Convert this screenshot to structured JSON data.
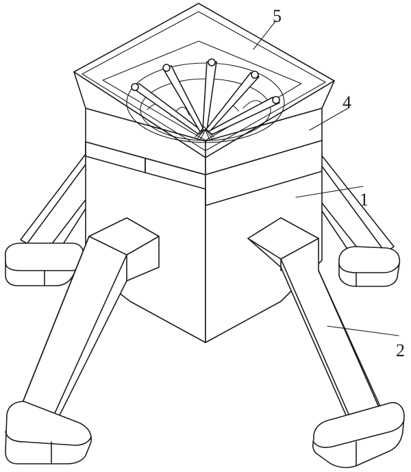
{
  "callouts": [
    {
      "id": "feed-hopper",
      "number": "5"
    },
    {
      "id": "hopper-collar",
      "number": "4"
    },
    {
      "id": "main-body",
      "number": "1"
    },
    {
      "id": "support-leg",
      "number": "2"
    }
  ],
  "colors": {
    "stroke": "#1a1a1a",
    "background": "#ffffff"
  }
}
